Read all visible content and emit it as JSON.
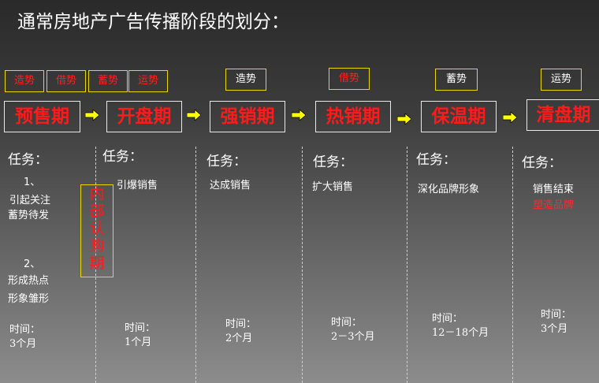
{
  "title": "通常房地产广告传播阶段的划分：",
  "arrow_color": "#ffff00",
  "presale_tags": [
    "造势",
    "借势",
    "蓄势",
    "运势"
  ],
  "phases": [
    {
      "tag": "",
      "name": "预售期",
      "task_label": "任务：",
      "tasks": [
        "1、",
        "引起关注",
        "蓄势待发",
        "2、",
        "形成热点",
        "形象雏形"
      ],
      "time_label": "时间：",
      "time_value": "3个月"
    },
    {
      "tag": "",
      "name": "开盘期",
      "task_label": "任务：",
      "tasks": [
        "引爆销售"
      ],
      "time_label": "时间：",
      "time_value": "1个月"
    },
    {
      "tag": "造势",
      "name": "强销期",
      "task_label": "任务：",
      "tasks": [
        "达成销售"
      ],
      "time_label": "时间：",
      "time_value": "2个月"
    },
    {
      "tag": "借势",
      "name": "热销期",
      "task_label": "任务：",
      "tasks": [
        "扩大销售"
      ],
      "time_label": "时间：",
      "time_value": "2－3个月"
    },
    {
      "tag": "蓄势",
      "name": "保温期",
      "task_label": "任务：",
      "tasks": [
        "深化品牌形象"
      ],
      "time_label": "时间：",
      "time_value": "12－18个月"
    },
    {
      "tag": "运势",
      "name": "清盘期",
      "task_label": "任务：",
      "tasks": [
        "销售结束",
        "塑造品牌"
      ],
      "time_label": "时间：",
      "time_value": "3个月"
    }
  ],
  "internal_period": [
    "内",
    "部",
    "认",
    "购",
    "期"
  ]
}
